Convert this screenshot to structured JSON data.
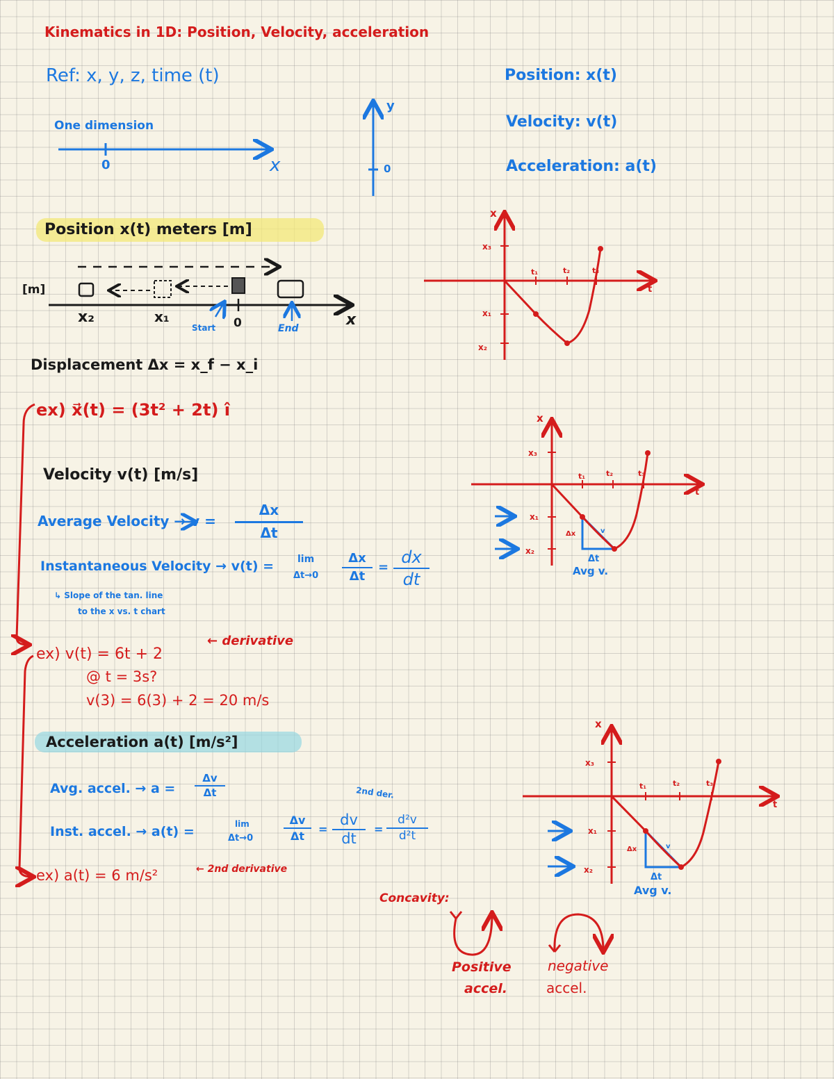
{
  "colors": {
    "red": "#d41c1c",
    "blue": "#1c78e0",
    "black": "#1a1a1a",
    "highlight_yellow": "#f3e878",
    "highlight_cyan": "#96d7e1",
    "paper": "#f7f3e6"
  },
  "title": "Kinematics in 1D: Position, Velocity, acceleration",
  "ref": {
    "line": "Ref: x, y, z, time (t)"
  },
  "one_dim": {
    "label": "One dimension",
    "zero": "0",
    "axis": "x"
  },
  "y_axis": {
    "label": "y",
    "zero": "0"
  },
  "summary": {
    "position": "Position: x(t)",
    "velocity": "Velocity: v(t)",
    "acceleration": "Acceleration: a(t)"
  },
  "position": {
    "heading": "Position x(t) meters [m]",
    "unit_tag": "[m]",
    "x2": "x₂",
    "x1": "x₁",
    "zero": "0",
    "axis": "x",
    "start": "Start",
    "end": "End"
  },
  "displacement": "Displacement Δx = x_f − x_i",
  "ex1": "ex) x⃗(t) = (3t² + 2t) î",
  "velocity": {
    "heading": "Velocity v(t) [m/s]",
    "avg_label": "Average Velocity → v =",
    "avg_num": "Δx",
    "avg_den": "Δt",
    "inst_label": "Instantaneous Velocity → v(t) =",
    "lim": "lim",
    "lim_sub": "Δt→0",
    "inst_num1": "Δx",
    "inst_den1": "Δt",
    "equals": "=",
    "inst_num2": "dx",
    "inst_den2": "dt",
    "note_line1": "↳ Slope of the tan. line",
    "note_line2": "to the x vs. t chart"
  },
  "ex2": {
    "line1": "ex) v(t) = 6t + 2",
    "derivative": "← derivative",
    "line2": "@ t = 3s?",
    "line3": "v(3) = 6(3) + 2 = 20 m/s"
  },
  "acceleration": {
    "heading": "Acceleration a(t) [m/s²]",
    "avg_label": "Avg. accel. → a =",
    "avg_num": "Δv",
    "avg_den": "Δt",
    "inst_label": "Inst. accel. → a(t) =",
    "lim": "lim",
    "lim_sub": "Δt→0",
    "num1": "Δv",
    "den1": "Δt",
    "equals": "=",
    "num2": "dv",
    "den2": "dt",
    "equals2": "=",
    "num3": "d²v",
    "den3": "d²t",
    "second_deriv_note": "2nd der."
  },
  "ex3": {
    "line": "ex) a(t) = 6 m/s²",
    "note": "← 2nd derivative"
  },
  "concavity": {
    "label": "Concavity:",
    "positive": "Positive",
    "positive2": "accel.",
    "negative": "negative",
    "negative2": "accel."
  },
  "graph1": {
    "x_label": "x",
    "t_label": "t",
    "x3": "x₃",
    "x1": "x₁",
    "x2": "x₂",
    "t1": "t₁",
    "t2": "t₂",
    "t3": "t₃"
  },
  "graph2": {
    "x_label": "x",
    "t_label": "t",
    "x3": "x₃",
    "x1": "x₁",
    "x2": "x₂",
    "t1": "t₁",
    "t2": "t₂",
    "t3": "t₃",
    "dx": "Δx",
    "v": "v",
    "dt": "Δt",
    "avg": "Avg v."
  },
  "graph3": {
    "x_label": "x",
    "t_label": "t",
    "x3": "x₃",
    "x1": "x₁",
    "x2": "x₂",
    "t1": "t₁",
    "t2": "t₂",
    "t3": "t₃",
    "dx": "Δx",
    "v": "v",
    "dt": "Δt",
    "avg": "Avg v."
  }
}
